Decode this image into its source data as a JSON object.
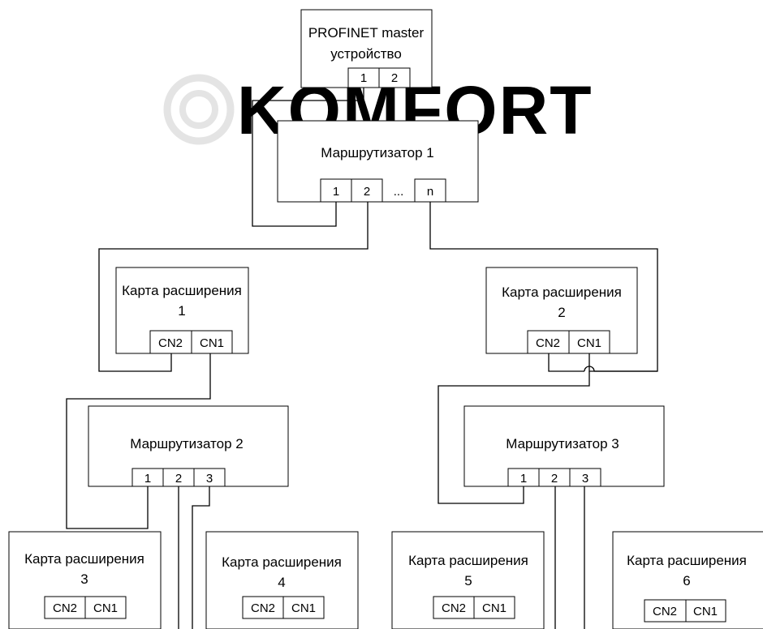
{
  "watermark": "KOMFORT",
  "master": {
    "title_line1": "PROFINET master",
    "title_line2": "устройство",
    "ports": [
      "1",
      "2"
    ]
  },
  "router1": {
    "title": "Маршрутизатор 1",
    "ports": [
      "1",
      "2",
      "n"
    ],
    "ellipsis": "..."
  },
  "router2": {
    "title": "Маршрутизатор 2",
    "ports": [
      "1",
      "2",
      "3"
    ]
  },
  "router3": {
    "title": "Маршрутизатор 3",
    "ports": [
      "1",
      "2",
      "3"
    ]
  },
  "cards": [
    {
      "line1": "Карта расширения",
      "line2": "1",
      "ports": [
        "CN2",
        "CN1"
      ]
    },
    {
      "line1": "Карта расширения",
      "line2": "2",
      "ports": [
        "CN2",
        "CN1"
      ]
    },
    {
      "line1": "Карта расширения",
      "line2": "3",
      "ports": [
        "CN2",
        "CN1"
      ]
    },
    {
      "line1": "Карта расширения",
      "line2": "4",
      "ports": [
        "CN2",
        "CN1"
      ]
    },
    {
      "line1": "Карта расширения",
      "line2": "5",
      "ports": [
        "CN2",
        "CN1"
      ]
    },
    {
      "line1": "Карта расширения",
      "line2": "6",
      "ports": [
        "CN2",
        "CN1"
      ]
    }
  ]
}
